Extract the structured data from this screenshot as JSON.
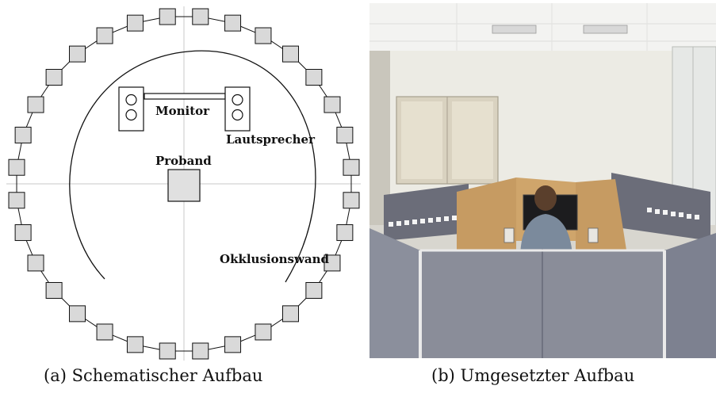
{
  "figure_a": {
    "labels": {
      "monitor": "Monitor",
      "speaker": "Lautsprecher",
      "subject": "Proband",
      "wall": "Okklusionswand"
    },
    "caption": "(a) Schematischer Aufbau",
    "colors": {
      "speaker_box_fill": "#d9d9d9",
      "subject_fill": "#e0e0e0",
      "axis": "#c8c8c8"
    }
  },
  "figure_b": {
    "caption": "(b) Umgesetzter Aufbau",
    "colors": {
      "wall": "#ecebe4",
      "panel": "#6a6c78",
      "cardboard": "#c8a068",
      "floor_ceiling": "#f2f2f0"
    }
  }
}
